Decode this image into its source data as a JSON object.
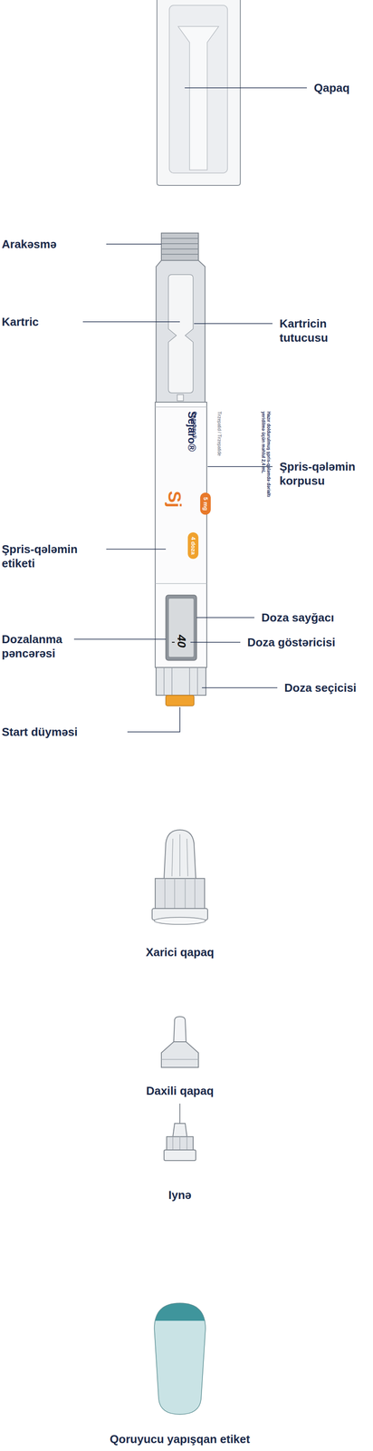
{
  "diagram": {
    "labels": [
      "Qapaq",
      "Arakəsmə",
      "Kartric",
      "Kartricin tutucusu",
      "Sejaro®",
      "Седжаро®",
      "Tirzepatid / Tirzepatide",
      "Hazır doldurulmuş şpris-qələmdə dərialtı yeridilmə üçün məhlul 2,4 mL",
      "Şpris-qələmin korpusu",
      "Sj",
      "5 mg",
      "4 doza",
      "Şpris-qələmin etiketi",
      "Doza sayğacı",
      "Dozalanma pəncərəsi",
      "Doza göstəricisi",
      "40",
      "Doza seçicisi",
      "Start düyməsi",
      "Xarici qapaq",
      "Daxili qapaq",
      "Iynə",
      "Qoruyucu yapışqan etiket"
    ]
  }
}
